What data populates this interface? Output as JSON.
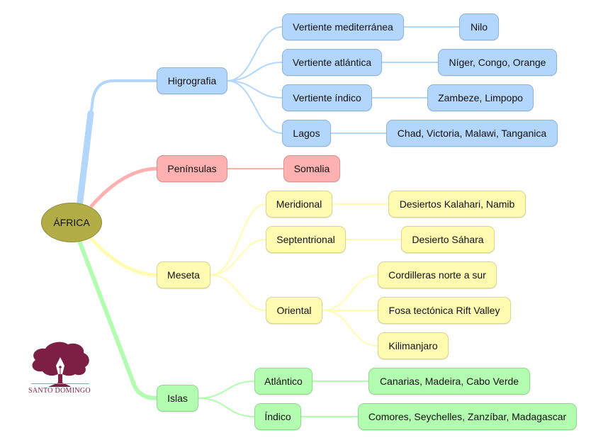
{
  "colors": {
    "root": "#b3ad47",
    "hidrografia": "#b3d6fd",
    "peninsulas": "#ffb1b1",
    "meseta": "#fffcb1",
    "islas": "#b3fdb0",
    "logo": "#7d1f44"
  },
  "root": {
    "label": "ÁFRICA"
  },
  "branches": {
    "higrografia": {
      "label": "Higrografia",
      "children": [
        {
          "label": "Vertiente mediterránea",
          "leaf": "Nilo"
        },
        {
          "label": "Vertiente atlántica",
          "leaf": "Níger, Congo, Orange"
        },
        {
          "label": "Vertiente índico",
          "leaf": "Zambeze, Limpopo"
        },
        {
          "label": "Lagos",
          "leaf": "Chad, Victoria, Malawi, Tanganica"
        }
      ]
    },
    "peninsulas": {
      "label": "Penínsulas",
      "children": [
        {
          "label": "Somalia"
        }
      ]
    },
    "meseta": {
      "label": "Meseta",
      "children": [
        {
          "label": "Meridional",
          "leaf": "Desiertos Kalahari, Namib"
        },
        {
          "label": "Septentrional",
          "leaf": "Desierto Sáhara"
        },
        {
          "label": "Oriental",
          "leaves": [
            "Cordilleras norte a sur",
            "Fosa tectónica Rift Valley",
            "Kilimanjaro"
          ]
        }
      ]
    },
    "islas": {
      "label": "Islas",
      "children": [
        {
          "label": "Atlántico",
          "leaf": "Canarias, Madeira, Cabo Verde"
        },
        {
          "label": "Índico",
          "leaf": "Comores, Seychelles, Zanzíbar, Madagascar"
        }
      ]
    }
  },
  "logo": {
    "text": "SANTO DOMINGO",
    "icon": "tree-with-pen-nib-icon"
  }
}
